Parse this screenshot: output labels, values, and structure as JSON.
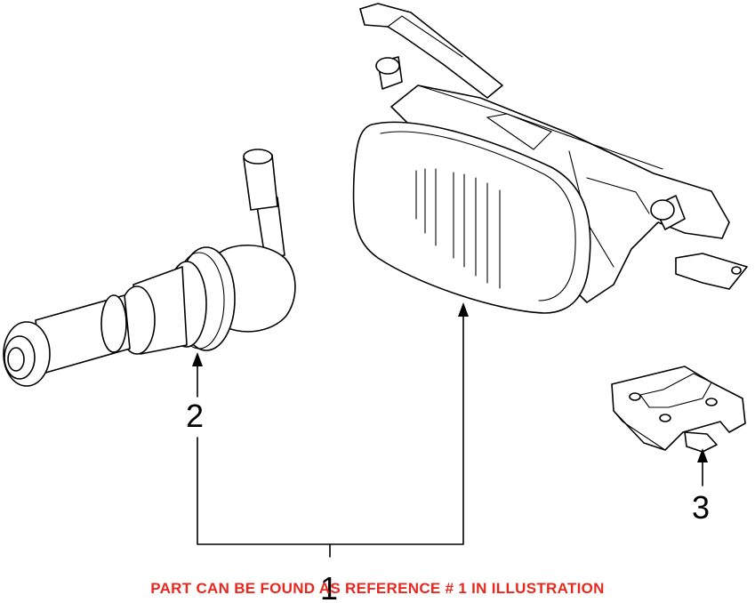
{
  "callouts": {
    "ref1": "1",
    "ref2": "2",
    "ref3": "3"
  },
  "note": {
    "text": "PART CAN BE FOUND AS REFERENCE # 1 IN ILLUSTRATION",
    "color": "#e8281e"
  },
  "parts": {
    "fog_lamp_assembly_icon": "fog-lamp-icon",
    "bulb_socket_icon": "bulb-socket-icon",
    "mounting_bracket_icon": "bracket-icon"
  }
}
